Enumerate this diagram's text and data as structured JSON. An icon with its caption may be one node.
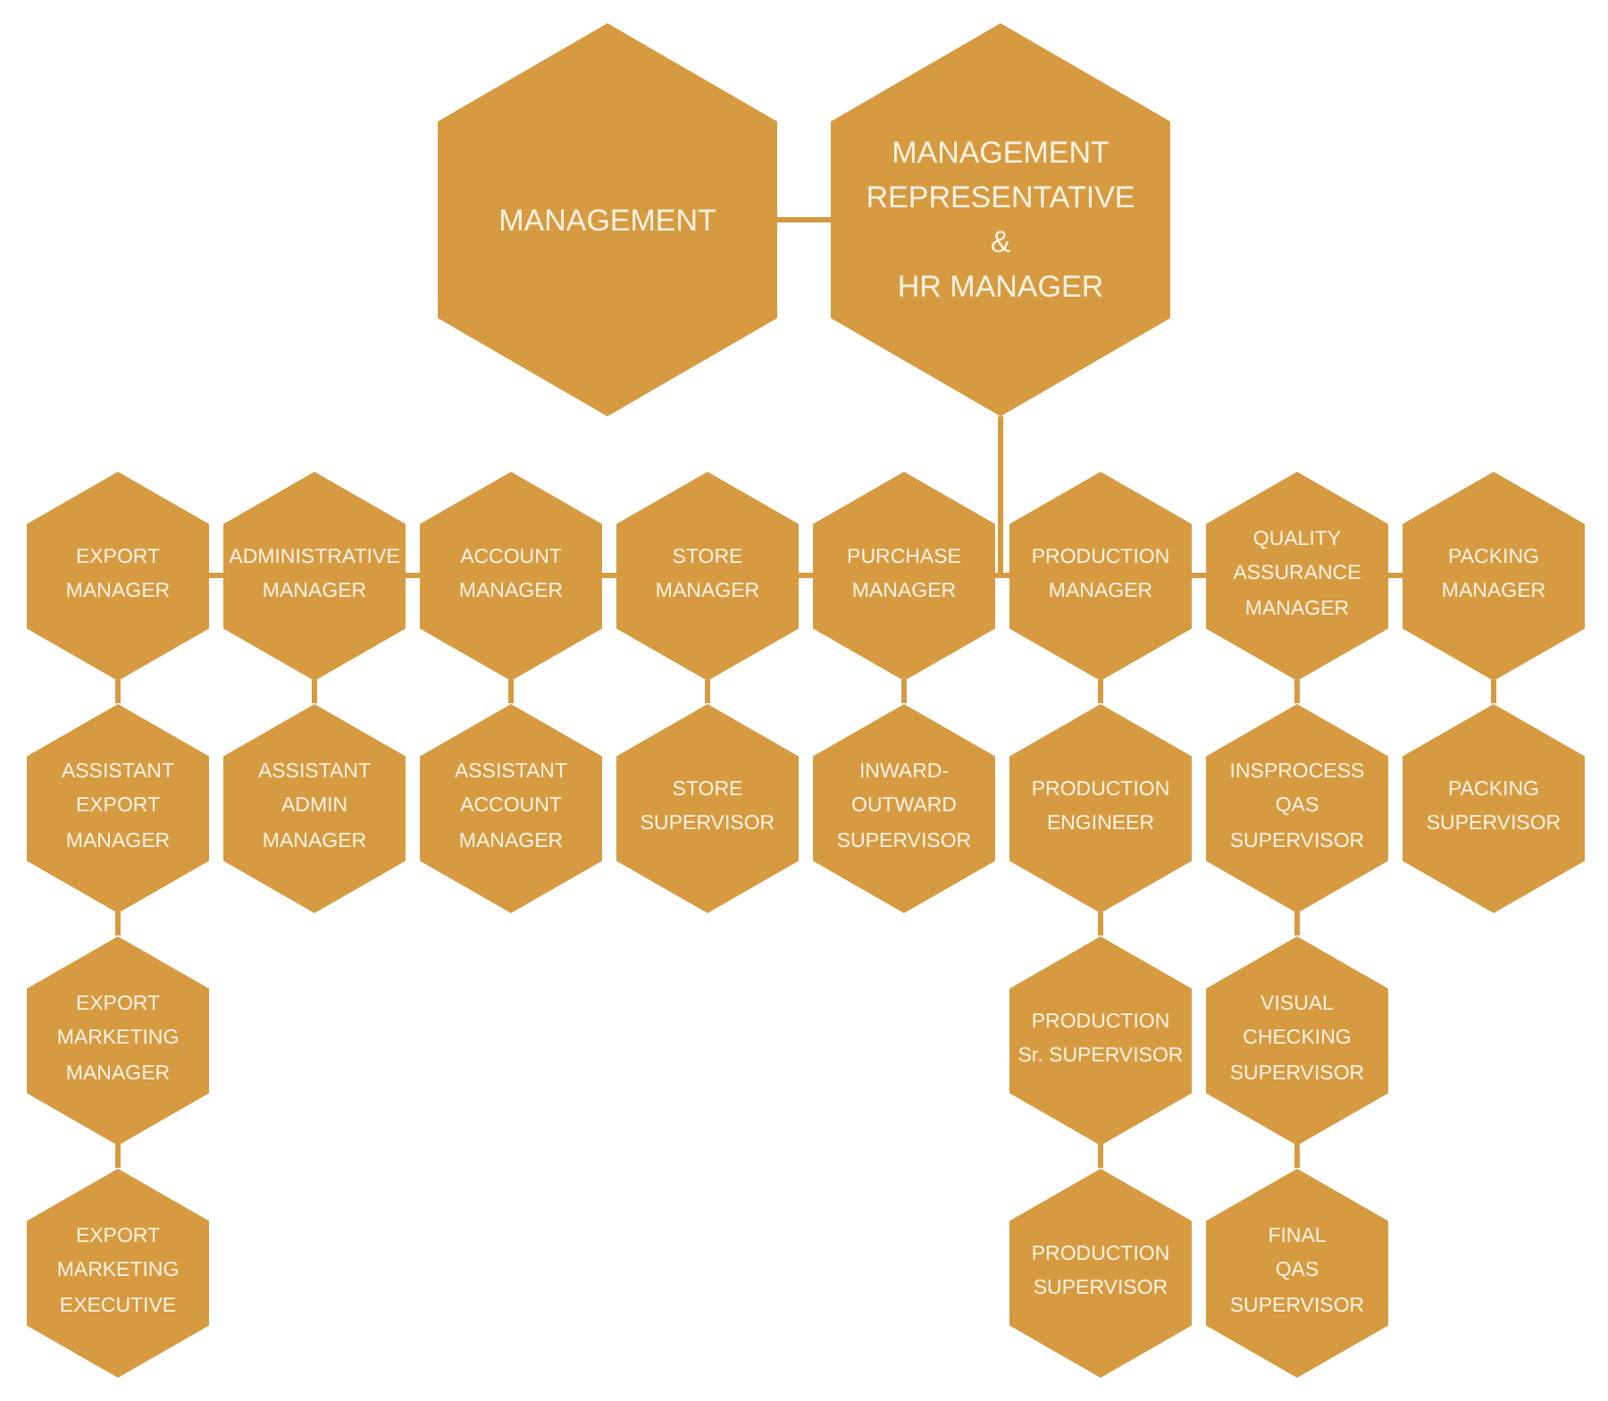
{
  "diagram": {
    "nodes": [
      {
        "text": [
          "MANAGEMENT"
        ]
      },
      {
        "text": [
          "MANAGEMENT REPRESENTATIVE & HR MANAGER"
        ]
      },
      {
        "text": [
          "EXPORT MANAGER"
        ]
      },
      {
        "text": [
          "ADMINISTRATIVE MANAGER"
        ]
      },
      {
        "text": [
          "ACCOUNT MANAGER"
        ]
      },
      {
        "text": [
          "STORE MANAGER"
        ]
      },
      {
        "text": [
          "PURCHASE MANAGER"
        ]
      },
      {
        "text": [
          "PRODUCTION MANAGER"
        ]
      },
      {
        "text": [
          "QUALITY ASSURANCE MANAGER"
        ]
      },
      {
        "text": [
          "PACKING MANAGER"
        ]
      },
      {
        "text": [
          "ASSISTANT EXPORT MANAGER"
        ]
      },
      {
        "text": [
          "ASSISTANT ADMIN MANAGER"
        ]
      },
      {
        "text": [
          "ASSISTANT ACCOUNT MANAGER"
        ]
      },
      {
        "text": [
          "STORE SUPERVISOR"
        ]
      },
      {
        "text": [
          "INWARD-OUTWARD SUPERVISOR"
        ]
      },
      {
        "text": [
          "PRODUCTION ENGINEER"
        ]
      },
      {
        "text": [
          "INSPROCESS QAS SUPERVISOR"
        ]
      },
      {
        "text": [
          "PACKING SUPERVISOR"
        ]
      },
      {
        "text": [
          "EXPORT MARKETING MANAGER"
        ]
      },
      {
        "text": [
          "PRODUCTION Sr. SUPERVISOR"
        ]
      },
      {
        "text": [
          "VISUAL CHECKING SUPERVISOR"
        ]
      },
      {
        "text": [
          "EXPORT MARKETING EXECUTIVE"
        ]
      },
      {
        "text": [
          "PRODUCTION SUPERVISOR"
        ]
      },
      {
        "text": [
          "FINAL QAS SUPERVISOR"
        ]
      }
    ],
    "edges": [
      {
        "from": 0,
        "to": 1,
        "arrow": "none"
      },
      {
        "from": 1,
        "to": 6,
        "arrow": "none"
      },
      {
        "from": 1,
        "to": 7,
        "arrow": "none"
      },
      {
        "from": 2,
        "to": 3,
        "arrow": "none"
      },
      {
        "from": 3,
        "to": 4,
        "arrow": "none"
      },
      {
        "from": 4,
        "to": 5,
        "arrow": "none"
      },
      {
        "from": 5,
        "to": 6,
        "arrow": "none"
      },
      {
        "from": 7,
        "to": 8,
        "arrow": "none"
      },
      {
        "from": 8,
        "to": 9,
        "arrow": "none"
      },
      {
        "from": 2,
        "to": 10,
        "arrow": "none"
      },
      {
        "from": 10,
        "to": 18,
        "arrow": "none"
      },
      {
        "from": 18,
        "to": 21,
        "arrow": "none"
      },
      {
        "from": 3,
        "to": 11,
        "arrow": "none"
      },
      {
        "from": 4,
        "to": 12,
        "arrow": "none"
      },
      {
        "from": 5,
        "to": 13,
        "arrow": "none"
      },
      {
        "from": 6,
        "to": 14,
        "arrow": "none"
      },
      {
        "from": 7,
        "to": 15,
        "arrow": "none"
      },
      {
        "from": 15,
        "to": 19,
        "arrow": "none"
      },
      {
        "from": 19,
        "to": 22,
        "arrow": "none"
      },
      {
        "from": 8,
        "to": 16,
        "arrow": "none"
      },
      {
        "from": 16,
        "to": 20,
        "arrow": "none"
      },
      {
        "from": 20,
        "to": 23,
        "arrow": "none"
      },
      {
        "from": 9,
        "to": 17,
        "arrow": "none"
      }
    ]
  }
}
